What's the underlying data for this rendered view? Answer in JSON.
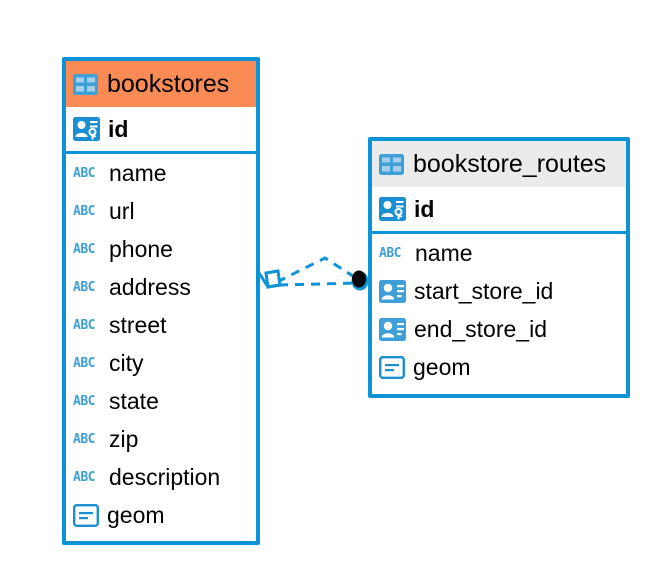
{
  "diagram": {
    "type": "entity-relationship-diagram",
    "background_color": "#ffffff",
    "accent_color": "#0b93d5",
    "highlight_color": "#fb8b54",
    "header_grey": "#ebebeb"
  },
  "entities": [
    {
      "name": "bookstores",
      "header_style": "orange",
      "table_icon": "table-icon",
      "fields": [
        {
          "label": "id",
          "icon": "primary-key-icon",
          "kind": "pk"
        },
        {
          "label": "name",
          "icon": "abc-text-icon",
          "kind": "text"
        },
        {
          "label": "url",
          "icon": "abc-text-icon",
          "kind": "text"
        },
        {
          "label": "phone",
          "icon": "abc-text-icon",
          "kind": "text"
        },
        {
          "label": "address",
          "icon": "abc-text-icon",
          "kind": "text"
        },
        {
          "label": "street",
          "icon": "abc-text-icon",
          "kind": "text"
        },
        {
          "label": "city",
          "icon": "abc-text-icon",
          "kind": "text"
        },
        {
          "label": "state",
          "icon": "abc-text-icon",
          "kind": "text"
        },
        {
          "label": "zip",
          "icon": "abc-text-icon",
          "kind": "text"
        },
        {
          "label": "description",
          "icon": "abc-text-icon",
          "kind": "text"
        },
        {
          "label": "geom",
          "icon": "geometry-icon",
          "kind": "geometry"
        }
      ]
    },
    {
      "name": "bookstore_routes",
      "header_style": "grey",
      "table_icon": "table-icon",
      "fields": [
        {
          "label": "id",
          "icon": "primary-key-icon",
          "kind": "pk"
        },
        {
          "label": "name",
          "icon": "abc-text-icon",
          "kind": "text"
        },
        {
          "label": "start_store_id",
          "icon": "foreign-key-icon",
          "kind": "fk"
        },
        {
          "label": "end_store_id",
          "icon": "foreign-key-icon",
          "kind": "fk"
        },
        {
          "label": "geom",
          "icon": "geometry-icon",
          "kind": "geometry"
        }
      ]
    }
  ],
  "relationship": {
    "from_entity": "bookstores",
    "to_entity": "bookstore_routes",
    "line_style": "dashed",
    "line_color": "#0b93d5",
    "source_marker": "crows-foot-diamond",
    "target_marker": "filled-dot"
  },
  "abc_glyph": "ABC"
}
